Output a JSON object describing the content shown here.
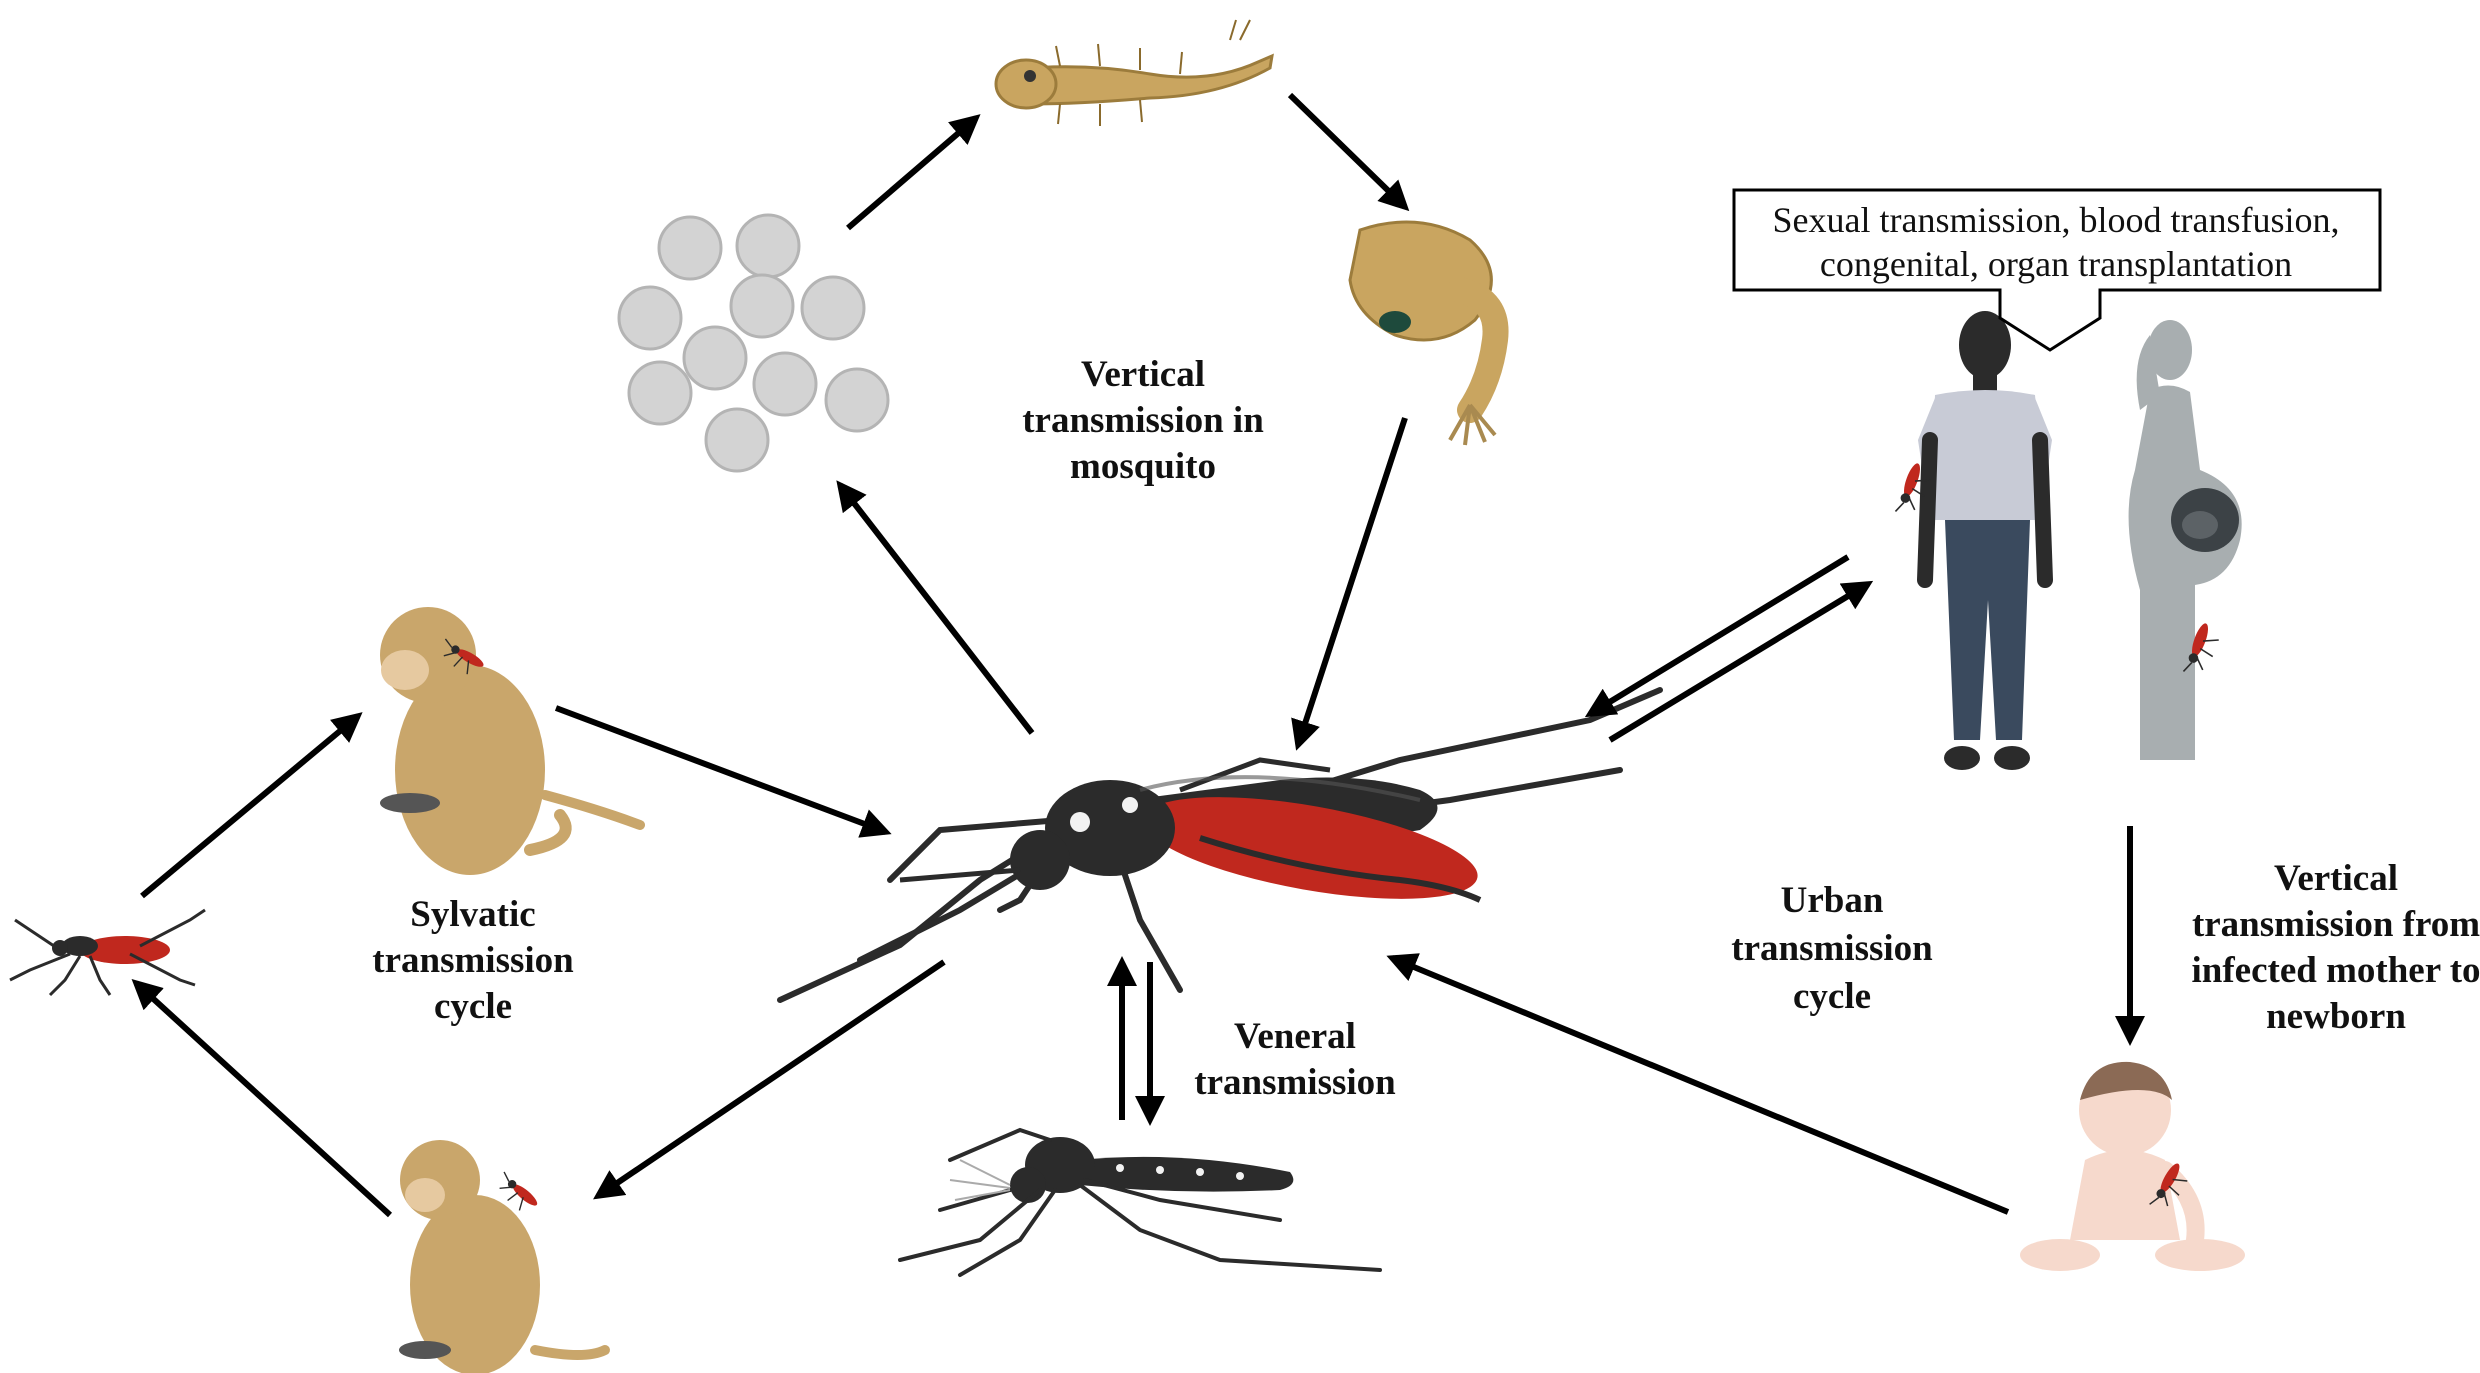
{
  "labels": {
    "vertical_mosquito": [
      "Vertical",
      "transmission in",
      "mosquito"
    ],
    "sylvatic": [
      "Sylvatic",
      "transmission",
      "cycle"
    ],
    "venereal": [
      "Veneral",
      "transmission"
    ],
    "urban": [
      "Urban",
      "transmission",
      "cycle"
    ],
    "vertical_mother": [
      "Vertical",
      "transmission from",
      "infected mother to",
      "newborn"
    ]
  },
  "box": {
    "lines": [
      "Sexual transmission, blood transfusion,",
      "congenital, organ transplantation"
    ]
  },
  "colors": {
    "mosquito_body": "#2b2b2b",
    "blood": "#c0281e",
    "larva": "#c9a560",
    "egg": "#d3d3d3",
    "monkey": "#c9a66b",
    "man_shirt": "#c8cbd6",
    "man_pants": "#3a4a5e",
    "woman": "#a8aeb0",
    "baby": "#f6d9cc"
  },
  "icons": [
    "egg-cluster",
    "larva",
    "pupa",
    "engorged-mosquito",
    "male-mosquito",
    "monkey",
    "human-man",
    "pregnant-woman",
    "newborn-baby"
  ]
}
